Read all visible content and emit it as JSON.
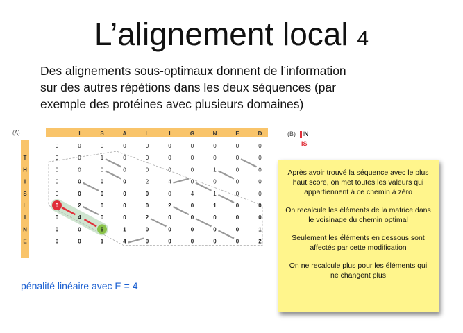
{
  "slide": {
    "title": "L’alignement local",
    "title_number": "4",
    "intro_lines": [
      "Des alignements sous-optimaux donnent de l’information",
      "sur des autres répétions dans les deux séquences (par",
      "exemple des protéines avec plusieurs domaines)"
    ],
    "penalty": "pénalité linéaire avec E = 4"
  },
  "matrix": {
    "panel_label": "(A)",
    "col_headers": [
      "I",
      "S",
      "A",
      "L",
      "I",
      "G",
      "N",
      "E",
      "D"
    ],
    "row_headers": [
      "",
      "T",
      "H",
      "I",
      "S",
      "L",
      "I",
      "N",
      "E"
    ],
    "rows": [
      [
        "0",
        "0",
        "0",
        "0",
        "0",
        "0",
        "0",
        "0",
        "0",
        "0"
      ],
      [
        "0",
        "0",
        "1",
        "0",
        "0",
        "0",
        "0",
        "0",
        "0",
        "0"
      ],
      [
        "0",
        "0",
        "0",
        "0",
        "0",
        "0",
        "0",
        "1",
        "0",
        "0"
      ],
      [
        "0",
        "0",
        "0",
        "0",
        "2",
        "4",
        "0",
        "0",
        "0",
        "0"
      ],
      [
        "0",
        "0",
        "0",
        "0",
        "0",
        "0",
        "4",
        "1",
        "0",
        "0"
      ],
      [
        "0",
        "2",
        "0",
        "0",
        "0",
        "2",
        "0",
        "1",
        "0",
        "0"
      ],
      [
        "0",
        "4",
        "0",
        "0",
        "2",
        "0",
        "0",
        "0",
        "0",
        "0"
      ],
      [
        "0",
        "0",
        "5",
        "1",
        "0",
        "0",
        "0",
        "0",
        "0",
        "1"
      ],
      [
        "0",
        "0",
        "1",
        "4",
        "0",
        "0",
        "0",
        "0",
        "0",
        "2"
      ]
    ],
    "highlight_red": {
      "row": 5,
      "col": 0,
      "value": "0"
    },
    "highlight_green": {
      "row": 7,
      "col": 2,
      "value": "5"
    },
    "colors": {
      "header_band": "#f9c46a",
      "red": "#e0303a",
      "green": "#8bc34a",
      "arrow": "#999999"
    }
  },
  "panel_b": {
    "label": "(B)",
    "top_letters": "IN",
    "bottom_letters": "IS"
  },
  "note": {
    "paragraphs": [
      "Après avoir trouvé la séquence avec le plus haut score, on met toutes les valeurs qui appartiennent à ce chemin à zéro",
      "On recalcule les éléments de la matrice dans le voisinage du chemin optimal",
      "Seulement les éléments en dessous sont affectés par cette modification",
      "On ne recalcule plus pour les éléments qui ne changent plus"
    ],
    "color": "#fff58c"
  }
}
